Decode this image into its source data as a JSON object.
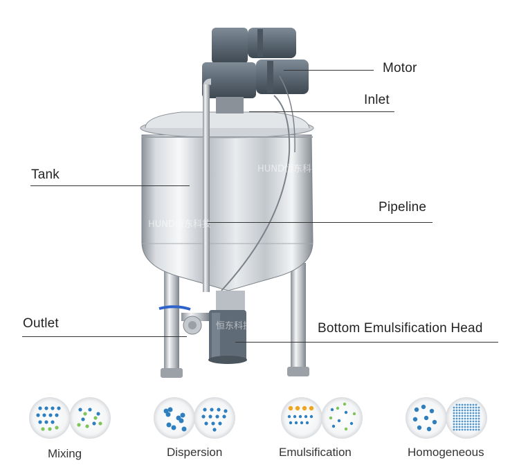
{
  "callouts": {
    "motor": "Motor",
    "inlet": "Inlet",
    "tank": "Tank",
    "pipeline": "Pipeline",
    "outlet": "Outlet",
    "bottom_head": "Bottom Emulsification Head"
  },
  "processes": {
    "mixing": "Mixing",
    "dispersion": "Dispersion",
    "emulsification": "Emulsification",
    "homogeneous": "Homogeneous"
  },
  "watermark": {
    "upper": "HUND恒东科技",
    "middle": "HUND恒东科技",
    "lower": "恒东科技"
  },
  "colors": {
    "steel_light": "#eef0f2",
    "steel_mid": "#b9bec4",
    "steel_dark": "#6f757c",
    "motor_blue_gray": "#5d6b78",
    "particle_blue": "#2f7fbf",
    "particle_green": "#7fc45a",
    "particle_orange": "#f0a51e",
    "valve_handle_blue": "#2e63c9"
  }
}
